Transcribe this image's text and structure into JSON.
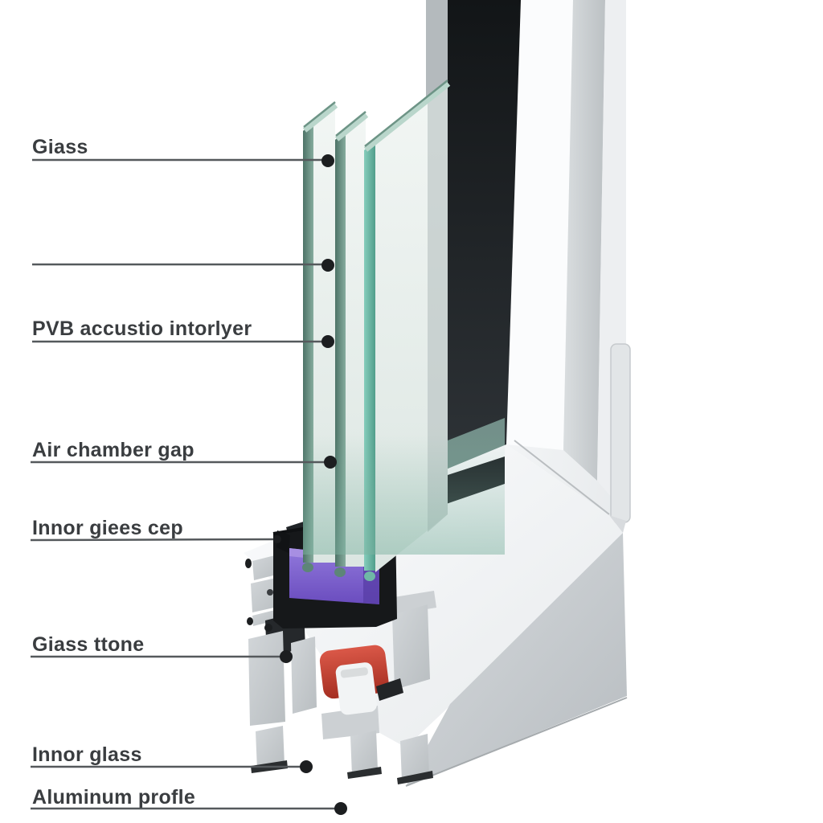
{
  "diagram": {
    "type": "window-profile-cross-section",
    "labels": [
      {
        "text": "Giass"
      },
      {
        "text": "PVB accustio intorlyer"
      },
      {
        "text": "Air chamber gap"
      },
      {
        "text": "Innor giees cep"
      },
      {
        "text": "Giass ttone"
      },
      {
        "text": "Innor glass"
      },
      {
        "text": "Aluminum profle"
      }
    ],
    "parts": [
      "outer-frame-jamb",
      "glazing-strip",
      "glass-pane-outer",
      "glass-pane-middle",
      "glass-pane-inner",
      "acoustic-gasket",
      "rubber-seal",
      "pvc-sash-profile",
      "pvc-frame-profile",
      "clamp-gasket"
    ],
    "colors": {
      "background": "#ffffff",
      "glass_edge_teal": "#7cc4b4",
      "glass_face": "#edf3f1",
      "gasket_purple": "#7b5cc9",
      "seal_black": "#1a1c1e",
      "clamp_red": "#c84434",
      "pvc_white": "#f6f8f9",
      "shadow_grey": "#c9cdd0",
      "label_text": "#3a3d40",
      "leader_line": "#55595c"
    }
  }
}
